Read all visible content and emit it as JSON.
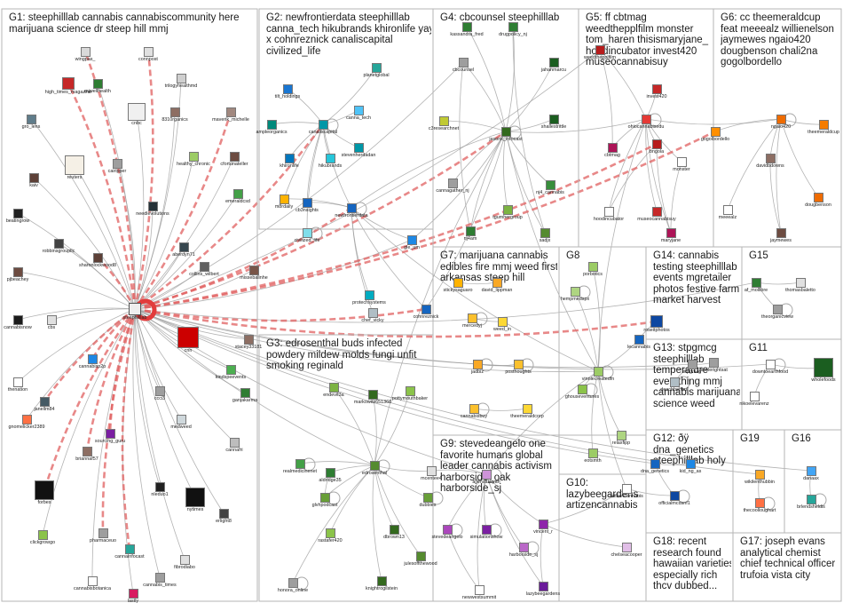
{
  "groups": [
    {
      "id": "G1",
      "label": "G1: steephilllab cannabis cannabiscommunity here\nmarijuana science dr steep hill mmj"
    },
    {
      "id": "G2",
      "label": "G2: newfrontierdata steephilllab\ncanna_tech hikubrands khironlife yay\nx cohnreznick canaliscapital\ncivilized_life"
    },
    {
      "id": "G4",
      "label": "G4: cbcounsel steephilllab"
    },
    {
      "id": "G5",
      "label": "G5: ff cbtmag\nweedthepplfilm monster\ntom_haren thisismaryjane_\nhoodincubator invest420\nmuseocannabisuy"
    },
    {
      "id": "G6",
      "label": "G6: cc theemeraldcup\nfeat meeealz willienelson\njaymewes ngaio420\ndougbenson chali2na\ngogolbordello"
    },
    {
      "id": "G7",
      "label": "G7: marijuana cannabis\nedibles fire mmj weed first\narkansas steep hill"
    },
    {
      "id": "G8",
      "label": "G8"
    },
    {
      "id": "G14",
      "label": "G14: cannabis\ntesting steephilllab\nevents mgretailer\nphotos festive farm\nmarket harvest"
    },
    {
      "id": "G15",
      "label": "G15"
    },
    {
      "id": "G3",
      "label": "G3: edrosenthal buds infected\npowdery mildew molds fungi unfit\nsmoking reginald"
    },
    {
      "id": "G13",
      "label": "G13: stpgmcg\nsteephilllab\ntemperature\neverything mmj\ncannabis marijuana\nscience weed"
    },
    {
      "id": "G11",
      "label": "G11"
    },
    {
      "id": "G9",
      "label": "G9: stevedeangelo one\nfavorite humans global\nleader cannabis activism\nharborside_oak\nharborside_sj"
    },
    {
      "id": "G10",
      "label": "G10:\nlazybeegardens\nartizencannabis"
    },
    {
      "id": "G12",
      "label": "G12: ðÿ\ndna_genetics\nsteephilllab holy"
    },
    {
      "id": "G19",
      "label": "G19"
    },
    {
      "id": "G16",
      "label": "G16"
    },
    {
      "id": "G18",
      "label": "G18: recent\nresearch found\nhawaiian varieties\nespecially rich\nthcv dubbed..."
    },
    {
      "id": "G17",
      "label": "G17: joseph evans\nanalytical chemist\nchief technical officer\ntrufoia vista city"
    }
  ],
  "nodes": [
    {
      "id": "n1",
      "label": "wingpas_",
      "color": "#d9d9d9"
    },
    {
      "id": "n2",
      "label": "connpost",
      "color": "#e0e0e0"
    },
    {
      "id": "n3",
      "label": "high_times_magazine",
      "color": "#c62828"
    },
    {
      "id": "n4",
      "label": "mjwellhealth",
      "color": "#2e7d32"
    },
    {
      "id": "n5",
      "label": "trilogyhealthmd",
      "color": "#cfcfcf"
    },
    {
      "id": "n6",
      "label": "gro_lens",
      "color": "#607d8b"
    },
    {
      "id": "n7",
      "label": "cnbc",
      "color": "#f0f0f0"
    },
    {
      "id": "n8",
      "label": "8310rganics",
      "color": "#8d6e63"
    },
    {
      "id": "n9",
      "label": "maverik_michelle",
      "color": "#a1887f"
    },
    {
      "id": "n10",
      "label": "reuters",
      "color": "#f5f0e6"
    },
    {
      "id": "n11",
      "label": "cairlpper",
      "color": "#9e9e9e"
    },
    {
      "id": "n12",
      "label": "healthy_chronic",
      "color": "#9ccc65"
    },
    {
      "id": "n13",
      "label": "cfortunateller",
      "color": "#6d4c41"
    },
    {
      "id": "n14",
      "label": "kaiv",
      "color": "#5d4037"
    },
    {
      "id": "n15",
      "label": "needlevolutions",
      "color": "#263238"
    },
    {
      "id": "n16",
      "label": "emeraldcsd",
      "color": "#43a047"
    },
    {
      "id": "n17",
      "label": "beatingrow",
      "color": "#212121"
    },
    {
      "id": "n18",
      "label": "robbinsgroupllc",
      "color": "#424242"
    },
    {
      "id": "n19",
      "label": "aberdyn71",
      "color": "#37474f"
    },
    {
      "id": "n20",
      "label": "sharonlockwood8",
      "color": "#5d4037"
    },
    {
      "id": "n21",
      "label": "collins_wilbert",
      "color": "#616161"
    },
    {
      "id": "n22",
      "label": "missebalinhe",
      "color": "#795548"
    },
    {
      "id": "n23",
      "label": "pjbeachey",
      "color": "#6d4c41"
    },
    {
      "id": "n24",
      "label": "steephilllab",
      "color": "#eeeeee"
    },
    {
      "id": "n25",
      "label": "cannabisnow",
      "color": "#1b1b1b"
    },
    {
      "id": "n26",
      "label": "cbs",
      "color": "#e0e0e0"
    },
    {
      "id": "n27",
      "label": "cnn",
      "color": "#cc0000"
    },
    {
      "id": "n28",
      "label": "stacey33181",
      "color": "#8d6e63"
    },
    {
      "id": "n29",
      "label": "cannabisp2p",
      "color": "#1e88e5"
    },
    {
      "id": "n30",
      "label": "thenation",
      "color": "#ffffff"
    },
    {
      "id": "n31",
      "label": "kindspeevents",
      "color": "#4caf50"
    },
    {
      "id": "n32",
      "label": "ccci3",
      "color": "#9e9e9e"
    },
    {
      "id": "n33",
      "label": "janellm84",
      "color": "#455a64"
    },
    {
      "id": "n34",
      "label": "ganjakarma",
      "color": "#2e7d32"
    },
    {
      "id": "n35",
      "label": "gnomelicker2389",
      "color": "#ff7043"
    },
    {
      "id": "n36",
      "label": "sourcing_guru",
      "color": "#7b1fa2"
    },
    {
      "id": "n37",
      "label": "medweed",
      "color": "#cfd8dc"
    },
    {
      "id": "n38",
      "label": "briannaf57",
      "color": "#8d6e63"
    },
    {
      "id": "n39",
      "label": "cannafri",
      "color": "#bdbdbd"
    },
    {
      "id": "n40",
      "label": "forbes",
      "color": "#111111"
    },
    {
      "id": "n41",
      "label": "nleduo1",
      "color": "#212121"
    },
    {
      "id": "n42",
      "label": "nytimes",
      "color": "#111111"
    },
    {
      "id": "n43",
      "label": "erlight8",
      "color": "#424242"
    },
    {
      "id": "n44",
      "label": "clickgrowgo",
      "color": "#8bc34a"
    },
    {
      "id": "n45",
      "label": "pharmaceuo",
      "color": "#9e9e9e"
    },
    {
      "id": "n46",
      "label": "cannainfocast",
      "color": "#26a69a"
    },
    {
      "id": "n47",
      "label": "fibrodiabo",
      "color": "#e0e0e0"
    },
    {
      "id": "n48",
      "label": "cannabis_times",
      "color": "#9e9e9e"
    },
    {
      "id": "n49",
      "label": "cannabisbotanica",
      "color": "#ffffff"
    },
    {
      "id": "n50",
      "label": "lastly",
      "color": "#d81b60"
    },
    {
      "id": "n51",
      "label": "tilt_holdings",
      "color": "#1976d2"
    },
    {
      "id": "n52",
      "label": "planetglobal",
      "color": "#26a69a"
    },
    {
      "id": "n53",
      "label": "ampleorganics",
      "color": "#00897b"
    },
    {
      "id": "n54",
      "label": "canaliscapital",
      "color": "#0097a7"
    },
    {
      "id": "n55",
      "label": "canna_tech",
      "color": "#4fc3f7"
    },
    {
      "id": "n56",
      "label": "khironlife",
      "color": "#0277bd"
    },
    {
      "id": "n57",
      "label": "hikubrands",
      "color": "#26c6da"
    },
    {
      "id": "n58",
      "label": "stevenherdadan",
      "color": "#0097a7"
    },
    {
      "id": "n59",
      "label": "m8rdaily",
      "color": "#ffb300"
    },
    {
      "id": "n60",
      "label": "cb3nsights",
      "color": "#1565c0"
    },
    {
      "id": "n61",
      "label": "newfrontierdata",
      "color": "#1565c0"
    },
    {
      "id": "n62",
      "label": "civilized_life",
      "color": "#80deea"
    },
    {
      "id": "n63",
      "label": "gle_um",
      "color": "#1e88e5"
    },
    {
      "id": "n64",
      "label": "protechsystems",
      "color": "#00acc1"
    },
    {
      "id": "n65",
      "label": "chef_vicky",
      "color": "#b0bec5"
    },
    {
      "id": "n66",
      "label": "cohnreznick",
      "color": "#1565c0"
    },
    {
      "id": "n67",
      "label": "kassandra_fred",
      "color": "#2e7d32"
    },
    {
      "id": "n68",
      "label": "drugpolicy_nj",
      "color": "#2e7d32"
    },
    {
      "id": "n69",
      "label": "cbcounsel",
      "color": "#9e9e9e"
    },
    {
      "id": "n70",
      "label": "jahanmarcu",
      "color": "#1b5e20"
    },
    {
      "id": "n71",
      "label": "c3researchnet",
      "color": "#c0ca33"
    },
    {
      "id": "n72",
      "label": "jasonk_infocast",
      "color": "#33691e"
    },
    {
      "id": "n73",
      "label": "shallestrittle",
      "color": "#1b5e20"
    },
    {
      "id": "n74",
      "label": "cannagather_nj",
      "color": "#9e9e9e"
    },
    {
      "id": "n75",
      "label": "nj4_cannabis",
      "color": "#388e3c"
    },
    {
      "id": "n76",
      "label": "tgumhergroup",
      "color": "#7cb342"
    },
    {
      "id": "n77",
      "label": "nj4am",
      "color": "#2e7d32"
    },
    {
      "id": "n78",
      "label": "sadjx",
      "color": "#558b2f"
    },
    {
      "id": "n79",
      "label": "weedthepplfilm",
      "color": "#b71c1c"
    },
    {
      "id": "n80",
      "label": "invest420",
      "color": "#c62828"
    },
    {
      "id": "n81",
      "label": "ohiocannabisedu",
      "color": "#e53935"
    },
    {
      "id": "n82",
      "label": "cbtmag",
      "color": "#ad1457"
    },
    {
      "id": "n83",
      "label": "bngola",
      "color": "#b71c1c"
    },
    {
      "id": "n84",
      "label": "monster",
      "color": "#ffffff"
    },
    {
      "id": "n85",
      "label": "hoodincubator",
      "color": "#ffffff"
    },
    {
      "id": "n86",
      "label": "museocannabisuy",
      "color": "#c62828"
    },
    {
      "id": "n87",
      "label": "maryjane",
      "color": "#ad1457"
    },
    {
      "id": "n88",
      "label": "gogolbordello",
      "color": "#ff8f00"
    },
    {
      "id": "n89",
      "label": "ngaio420",
      "color": "#ef6c00"
    },
    {
      "id": "n90",
      "label": "theemeraldcup",
      "color": "#f57c00"
    },
    {
      "id": "n91",
      "label": "davidbdowns",
      "color": "#8d6e63"
    },
    {
      "id": "n92",
      "label": "dougbenson",
      "color": "#ef6c00"
    },
    {
      "id": "n93",
      "label": "meeealz",
      "color": "#ffffff"
    },
    {
      "id": "n94",
      "label": "jaymewes",
      "color": "#6d4c41"
    },
    {
      "id": "n95",
      "label": "stickysaguaro",
      "color": "#ffb300"
    },
    {
      "id": "n96",
      "label": "david_lippman",
      "color": "#f9a825"
    },
    {
      "id": "n97",
      "label": "mercedyj",
      "color": "#fbc02d"
    },
    {
      "id": "n98",
      "label": "weed_in",
      "color": "#fdd835"
    },
    {
      "id": "n99",
      "label": "jadbiz",
      "color": "#f9a825"
    },
    {
      "id": "n100",
      "label": "posthoughts",
      "color": "#fbc02d"
    },
    {
      "id": "n101",
      "label": "cannabisbuy",
      "color": "#fbc02d"
    },
    {
      "id": "n102",
      "label": "theemeraldcorp",
      "color": "#fdd835"
    },
    {
      "id": "n103",
      "label": "porbotics",
      "color": "#9ccc65"
    },
    {
      "id": "n104",
      "label": "hempmedspx",
      "color": "#aed581"
    },
    {
      "id": "n105",
      "label": "vinniecreatedfn",
      "color": "#9ccc65"
    },
    {
      "id": "n106",
      "label": "ghouseventures",
      "color": "#8bc34a"
    },
    {
      "id": "n107",
      "label": "relaxfipp",
      "color": "#aed581"
    },
    {
      "id": "n108",
      "label": "eotsmth",
      "color": "#9ccc65"
    },
    {
      "id": "n109",
      "label": "roseitphotos",
      "color": "#0d47a1"
    },
    {
      "id": "n110",
      "label": "lecannabis",
      "color": "#1565c0"
    },
    {
      "id": "n111",
      "label": "af_mollibre",
      "color": "#2e7d32"
    },
    {
      "id": "n112",
      "label": "thomasbaletto",
      "color": "#e0e0e0"
    },
    {
      "id": "n113",
      "label": "theorganicview",
      "color": "#9e9e9e"
    },
    {
      "id": "n114",
      "label": "endevit3a",
      "color": "#7cb342"
    },
    {
      "id": "n115",
      "label": "markowitz651368",
      "color": "#33691e"
    },
    {
      "id": "n116",
      "label": "pottymouthbaker",
      "color": "#8bc34a"
    },
    {
      "id": "n117",
      "label": "realmedicinenet",
      "color": "#43a047"
    },
    {
      "id": "n118",
      "label": "aldridge35",
      "color": "#2e7d32"
    },
    {
      "id": "n119",
      "label": "edrosenthal",
      "color": "#558b2f"
    },
    {
      "id": "n120",
      "label": "glvhpodcast",
      "color": "#689f38"
    },
    {
      "id": "n121",
      "label": "rastafer420",
      "color": "#8bc34a"
    },
    {
      "id": "n122",
      "label": "dbrown13",
      "color": "#33691e"
    },
    {
      "id": "n123",
      "label": "julesoffthewood",
      "color": "#558b2f"
    },
    {
      "id": "n124",
      "label": "honora_online",
      "color": "#9e9e9e"
    },
    {
      "id": "n125",
      "label": "knightrogilstein",
      "color": "#33691e"
    },
    {
      "id": "n126",
      "label": "dubbies",
      "color": "#689f38"
    },
    {
      "id": "n127",
      "label": "stpgmcg",
      "color": "#9e9e9e"
    },
    {
      "id": "n128",
      "label": "nicolerightsat",
      "color": "#9e9e9e"
    },
    {
      "id": "n129",
      "label": "deachberleur",
      "color": "#b0bec5"
    },
    {
      "id": "n130",
      "label": "downtoearthfood",
      "color": "#ffffff"
    },
    {
      "id": "n131",
      "label": "wholefoods",
      "color": "#1b5e20"
    },
    {
      "id": "n132",
      "label": "nikoelevarenz",
      "color": "#ffffff"
    },
    {
      "id": "n133",
      "label": "mcentee4",
      "color": "#e0e0e0"
    },
    {
      "id": "n134",
      "label": "allensaskyan",
      "color": "#ce93d8"
    },
    {
      "id": "n135",
      "label": "stevedeangelo",
      "color": "#ab47bc"
    },
    {
      "id": "n136",
      "label": "simulationshow",
      "color": "#7b1fa2"
    },
    {
      "id": "n137",
      "label": "vincent_r",
      "color": "#8e24aa"
    },
    {
      "id": "n138",
      "label": "harborside_sj",
      "color": "#ba68c8"
    },
    {
      "id": "n139",
      "label": "newwestsummit",
      "color": "#ffffff"
    },
    {
      "id": "n140",
      "label": "lazybeegardens",
      "color": "#6a1b9a"
    },
    {
      "id": "n141",
      "label": "chelseacooper",
      "color": "#e1bee7"
    },
    {
      "id": "n142",
      "label": "artizencannabis",
      "color": "#ffffff"
    },
    {
      "id": "n143",
      "label": "dna_genetics",
      "color": "#1565c0"
    },
    {
      "id": "n144",
      "label": "kid_ng_as",
      "color": "#1e88e5"
    },
    {
      "id": "n145",
      "label": "officialmcdsnf1",
      "color": "#0d47a1"
    },
    {
      "id": "n146",
      "label": "wikilenthubbin",
      "color": "#f9a825"
    },
    {
      "id": "n147",
      "label": "thecoolloughart",
      "color": "#ff7043"
    },
    {
      "id": "n148",
      "label": "danaax",
      "color": "#42a5f5"
    },
    {
      "id": "n149",
      "label": "brlendsheldis",
      "color": "#26a69a"
    }
  ]
}
